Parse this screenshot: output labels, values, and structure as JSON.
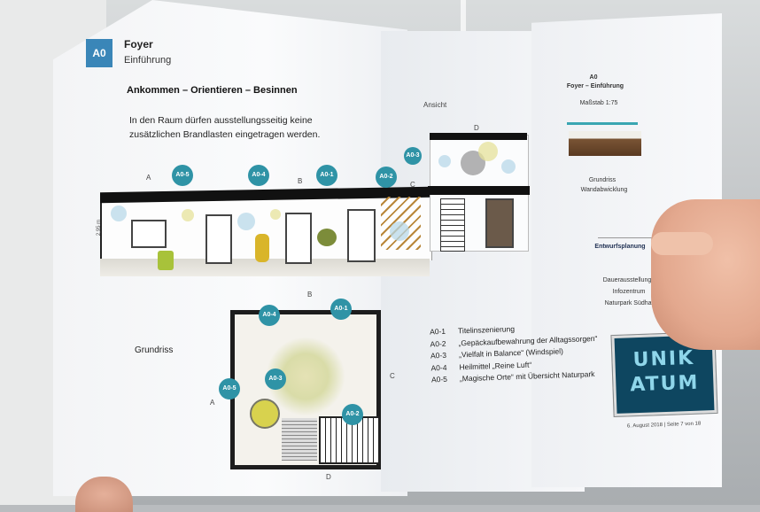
{
  "sheet": {
    "code": "A0",
    "room": "Foyer",
    "room_sub": "Einführung",
    "heading": "Ankommen – Orientieren – Besinnen",
    "intro": "In den Raum dürfen ausstellungsseitig keine zusätzlichen Brandlasten eingetragen werden.",
    "ansicht": "Ansicht",
    "grundriss": "Grundriss",
    "elevation_letters": [
      "A",
      "B",
      "C",
      "D"
    ],
    "plan_letters": [
      "A",
      "B",
      "C",
      "D"
    ],
    "elevation_dim": "2,95 m",
    "badges": [
      "A0-5",
      "A0-4",
      "A0-1",
      "A0-2",
      "A0-3"
    ],
    "legend": [
      {
        "code": "A0-1",
        "text": "Titelinszenierung"
      },
      {
        "code": "A0-2",
        "text": "„Gepäckaufbewahrung der Alltagssorgen“"
      },
      {
        "code": "A0-3",
        "text": "„Vielfalt in Balance“ (Windspiel)"
      },
      {
        "code": "A0-4",
        "text": "Heilmittel „Reine Luft“"
      },
      {
        "code": "A0-5",
        "text": "„Magische Orte“ mit Übersicht Naturpark"
      }
    ]
  },
  "sidebar": {
    "code": "A0",
    "title": "Foyer – Einführung",
    "scale": "Maßstab 1:75",
    "grundriss": "Grundriss",
    "abwicklung": "Wandabwicklung",
    "entwurf": "Entwurfsplanung",
    "details": [
      "Dauerausstellung",
      "Infozentrum",
      "Naturpark Südharz"
    ],
    "logo_top": "UNIK",
    "logo_bottom": "ATUM",
    "date": "6. August 2018 | Seite 7 von 18"
  },
  "colors": {
    "badge": "#2f93a6",
    "code_box": "#3a86b8",
    "logo_bg": "#0e4660",
    "logo_text": "#8fd6ea"
  }
}
